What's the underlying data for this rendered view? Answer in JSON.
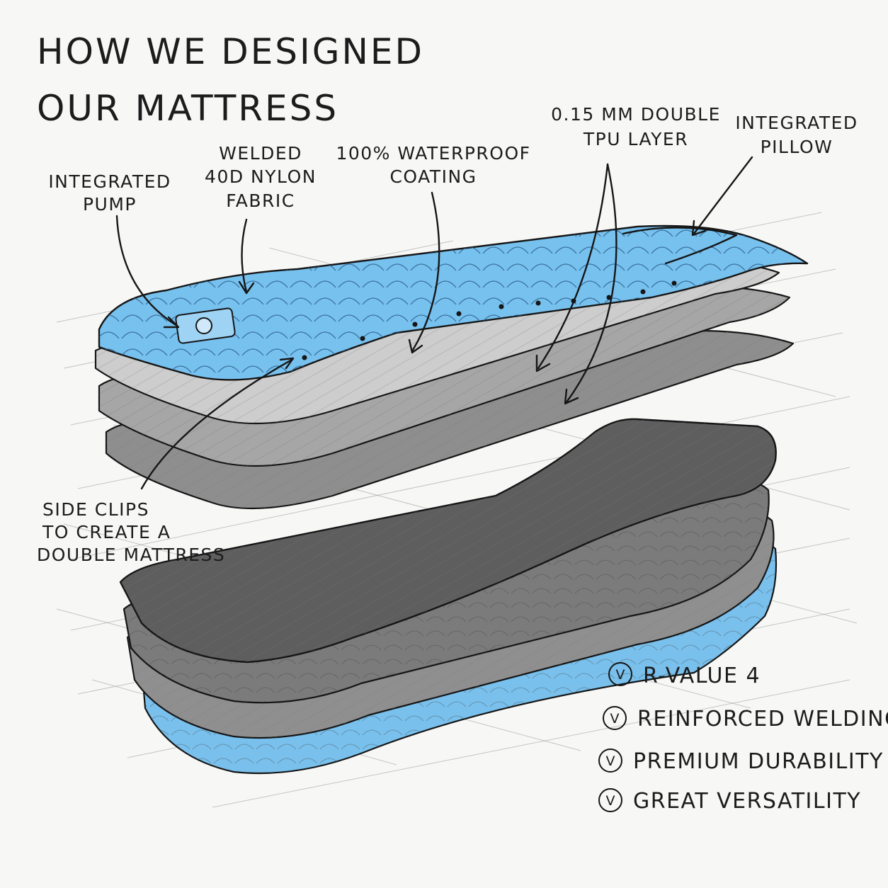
{
  "title": {
    "line1": "HOW WE DESIGNED",
    "line2": "OUR MATTRESS"
  },
  "callouts": {
    "pump": {
      "line1": "INTEGRATED",
      "line2": "PUMP"
    },
    "fabric": {
      "line1": "WELDED",
      "line2": "40D NYLON",
      "line3": "FABRIC"
    },
    "waterproof": {
      "line1": "100% WATERPROOF",
      "line2": "COATING"
    },
    "tpu": {
      "line1": "0.15 MM DOUBLE",
      "line2": "TPU LAYER"
    },
    "pillow": {
      "line1": "INTEGRATED",
      "line2": "PILLOW"
    },
    "clips": {
      "line1": "SIDE CLIPS",
      "line2": "TO CREATE A",
      "line3": "DOUBLE MATTRESS"
    }
  },
  "features": {
    "check_mark": "V",
    "items": [
      "R-VALUE 4",
      "REINFORCED WELDING",
      "PREMIUM DURABILITY",
      "GREAT VERSATILITY"
    ]
  },
  "colors": {
    "paper": "#f7f7f6",
    "ink": "#161616",
    "blue": "#6fbef0",
    "light_gray": "#c9c9c9",
    "mid_gray": "#9a9a9a",
    "dark_gray": "#5e5e5e"
  }
}
